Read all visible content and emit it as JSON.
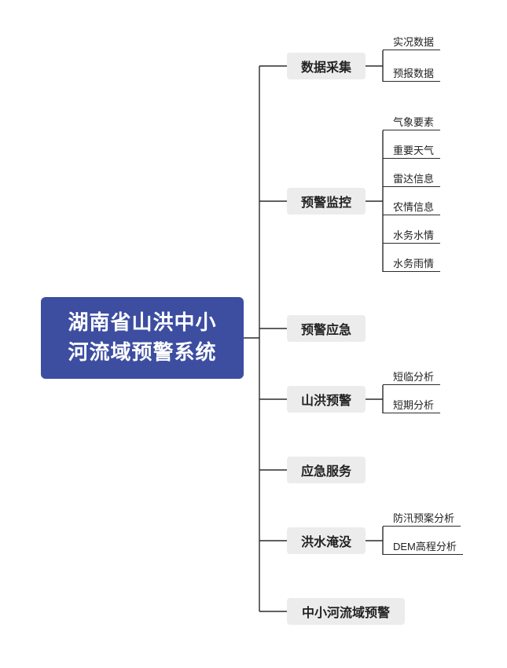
{
  "title": "湖南省山洪中小河流域预警系统",
  "root": {
    "lines": [
      "湖南省山洪中小",
      "河流域预警系统"
    ]
  },
  "branches": [
    {
      "label": "数据采集",
      "children": [
        "实况数据",
        "预报数据"
      ]
    },
    {
      "label": "预警监控",
      "children": [
        "气象要素",
        "重要天气",
        "雷达信息",
        "农情信息",
        "水务水情",
        "水务雨情"
      ]
    },
    {
      "label": "预警应急",
      "children": []
    },
    {
      "label": "山洪预警",
      "children": [
        "短临分析",
        "短期分析"
      ]
    },
    {
      "label": "应急服务",
      "children": []
    },
    {
      "label": "洪水淹没",
      "children": [
        "防汛预案分析",
        "DEM高程分析"
      ]
    },
    {
      "label": "中小河流域预警",
      "children": []
    }
  ],
  "colors": {
    "root_background": "#3d4ea1",
    "root_text": "#ffffff",
    "branch_background": "#ececec",
    "branch_text": "#222222",
    "connector_line": "#2b2b2b",
    "page_background": "#ffffff"
  }
}
